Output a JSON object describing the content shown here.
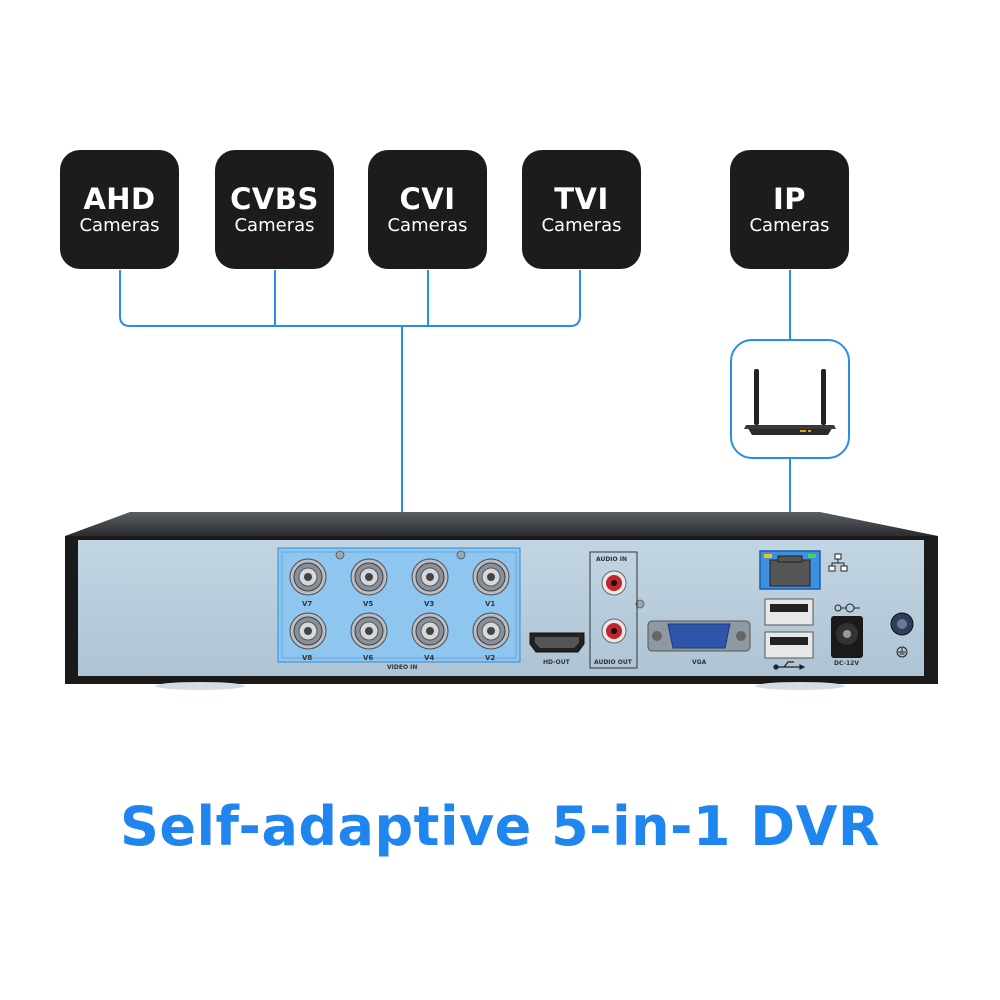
{
  "cameras": [
    {
      "title": "AHD",
      "subtitle": "Cameras"
    },
    {
      "title": "CVBS",
      "subtitle": "Cameras"
    },
    {
      "title": "CVI",
      "subtitle": "Cameras"
    },
    {
      "title": "TVI",
      "subtitle": "Cameras"
    },
    {
      "title": "IP",
      "subtitle": "Cameras"
    }
  ],
  "dvr": {
    "video_ports_top": [
      "V7",
      "V5",
      "V3",
      "V1"
    ],
    "video_ports_bottom": [
      "V8",
      "V6",
      "V4",
      "V2"
    ],
    "video_in_label": "VIDEO IN",
    "audio_in_label": "AUDIO IN",
    "audio_out_label": "AUDIO OUT",
    "hdmi_label": "HD-OUT",
    "vga_label": "VGA",
    "power_label": "DC-12V"
  },
  "headline": "Self-adaptive 5-in-1 DVR",
  "colors": {
    "accent": "#1e86ee",
    "tile": "#1c1c1c",
    "panel": "#b8cddb",
    "highlight": "#8fc6f0"
  },
  "icons": [
    "router-icon",
    "bnc-connector-icon",
    "hdmi-port-icon",
    "vga-port-icon",
    "ethernet-port-icon",
    "usb-port-icon",
    "network-icon",
    "usb-icon",
    "power-jack-icon",
    "ground-icon"
  ]
}
